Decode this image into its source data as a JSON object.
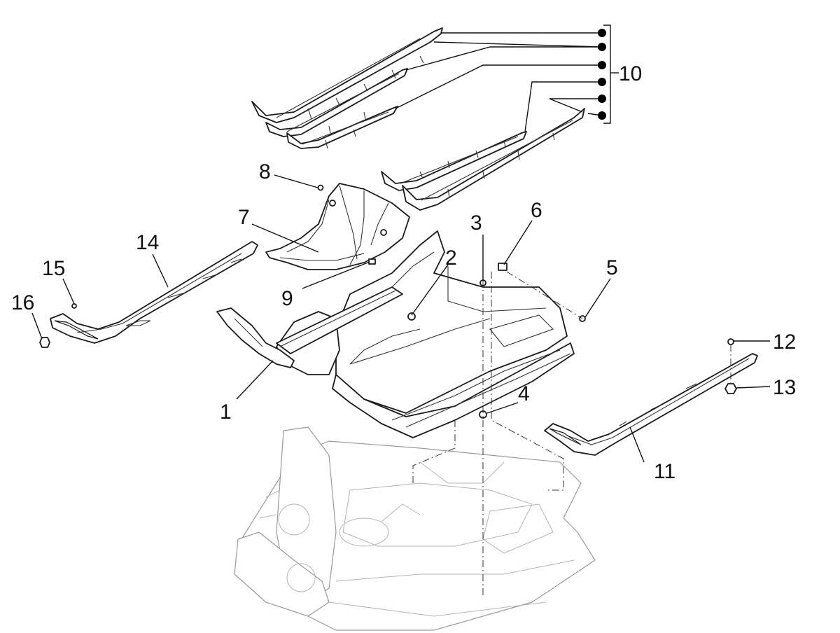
{
  "callouts": {
    "c1": "1",
    "c2": "2",
    "c3": "3",
    "c4": "4",
    "c5": "5",
    "c6": "6",
    "c7": "7",
    "c8": "8",
    "c9": "9",
    "c10": "10",
    "c11": "11",
    "c12": "12",
    "c13": "13",
    "c14": "14",
    "c15": "15",
    "c16": "16"
  },
  "group_10_bullets": 6
}
